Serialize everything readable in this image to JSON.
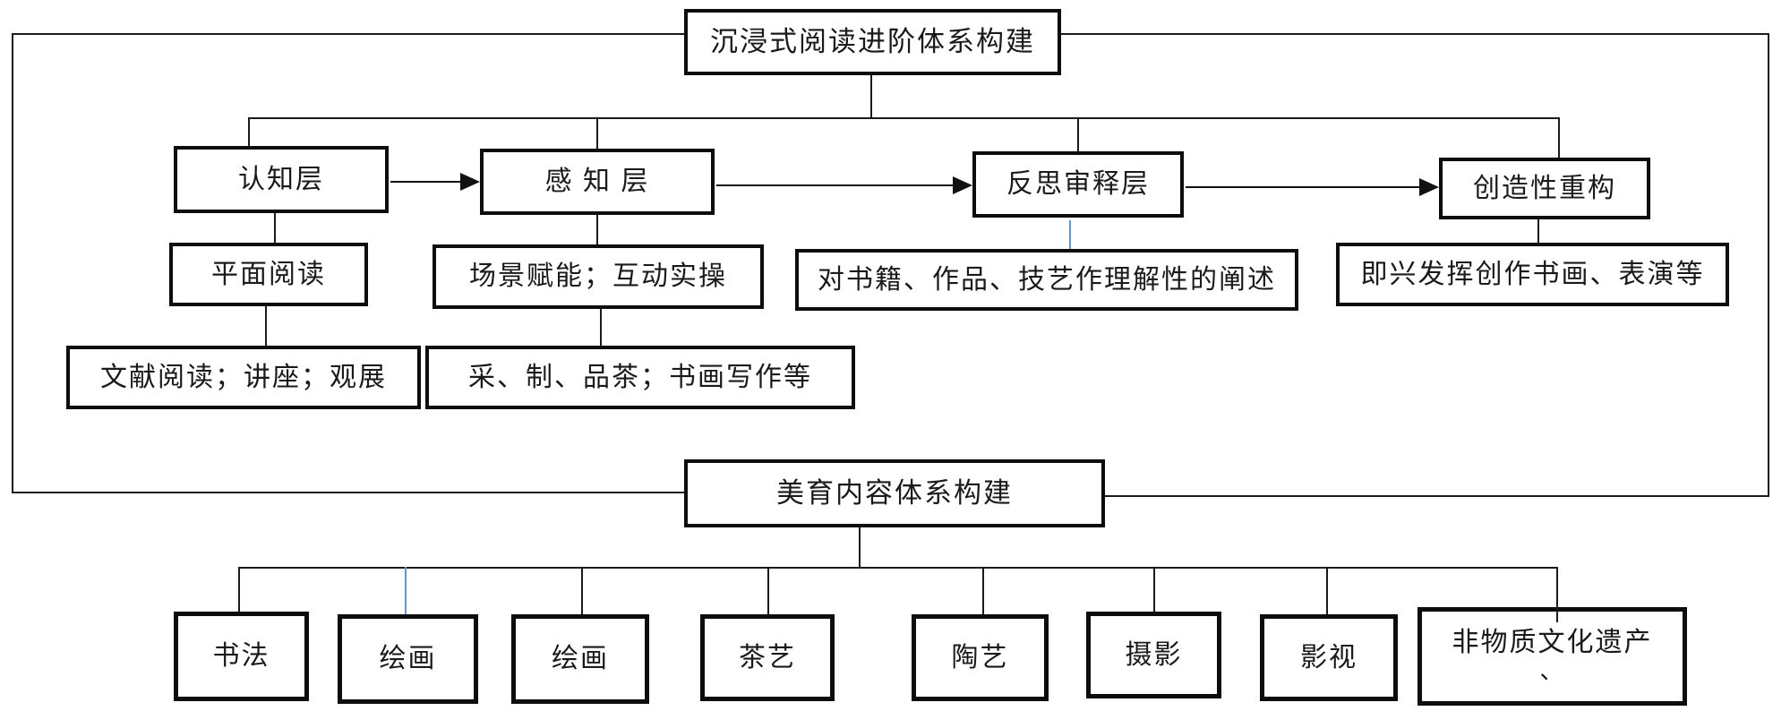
{
  "colors": {
    "line": "#1b1b1b",
    "accent_blue": "#5b9bd5",
    "background": "#ffffff",
    "box_border": "#0d0d0d"
  },
  "reading_system": {
    "title": "沉浸式阅读进阶体系构建",
    "layers": [
      {
        "label": "认知层"
      },
      {
        "label": "感 知 层"
      },
      {
        "label": "反思审释层"
      },
      {
        "label": "创造性重构"
      }
    ],
    "methods": [
      {
        "label": "平面阅读"
      },
      {
        "label": "场景赋能；互动实操"
      },
      {
        "label": "对书籍、作品、技艺作理解性的阐述"
      },
      {
        "label": "即兴发挥创作书画、表演等"
      }
    ],
    "activities": [
      {
        "label": "文献阅读；讲座；观展"
      },
      {
        "label": "采、制、品茶；书画写作等"
      }
    ]
  },
  "aesthetic_system": {
    "title": "美育内容体系构建",
    "categories": [
      {
        "label": "书法"
      },
      {
        "label": "绘画"
      },
      {
        "label": "绘画"
      },
      {
        "label": "茶艺"
      },
      {
        "label": "陶艺"
      },
      {
        "label": "摄影"
      },
      {
        "label": "影视"
      },
      {
        "label": "非物质文化遗产",
        "label_line2": "、"
      }
    ]
  }
}
